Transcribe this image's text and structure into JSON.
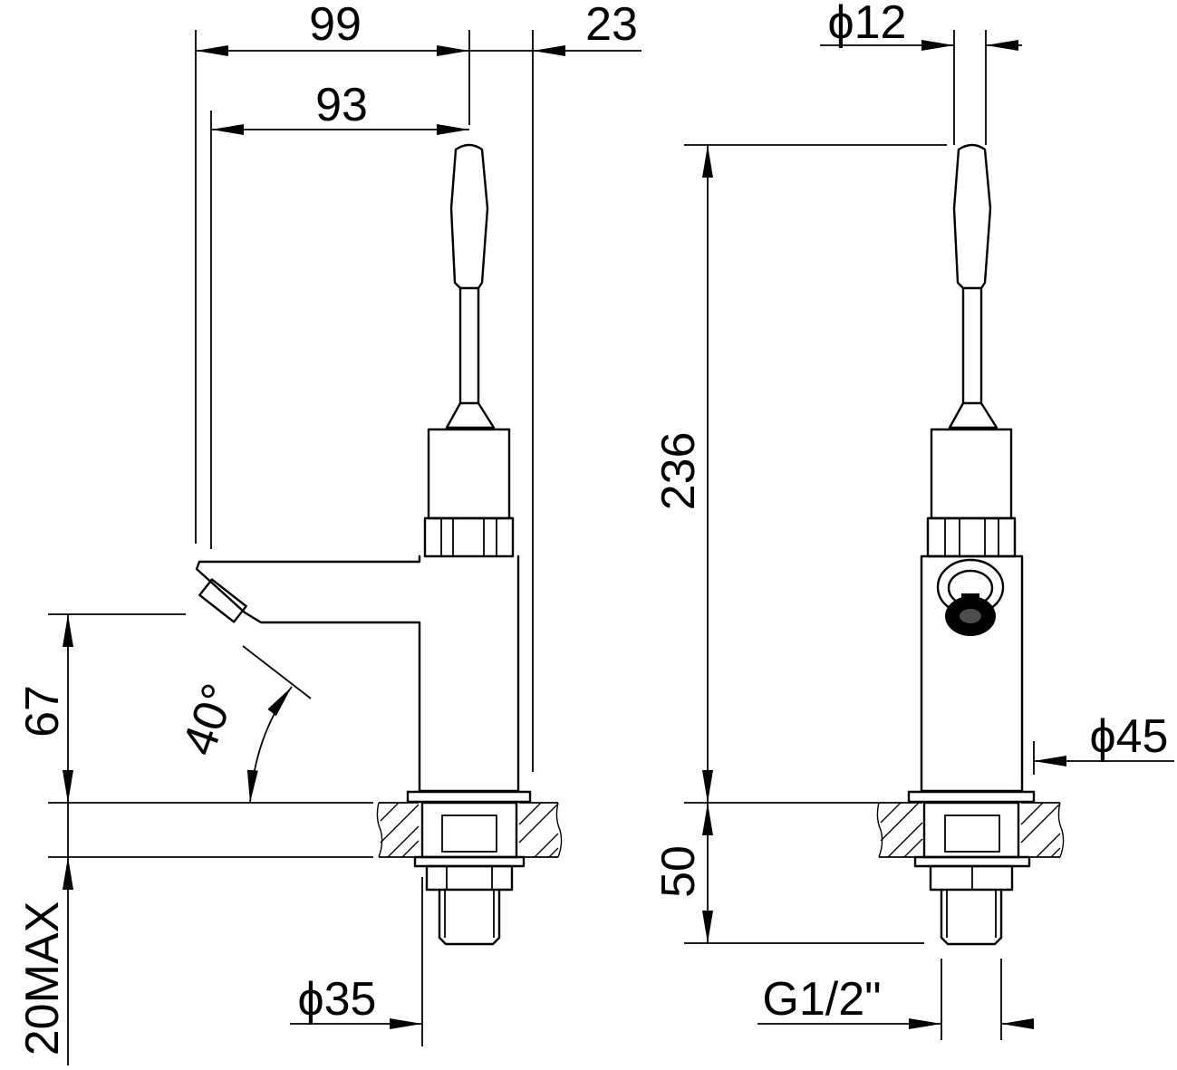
{
  "dimensions": {
    "reach_total": "99",
    "lever_offset": "23",
    "reach_spout": "93",
    "lever_diameter": "ϕ12",
    "total_height": "236",
    "spout_height": "67",
    "spout_angle": "40°",
    "body_diameter": "ϕ45",
    "shank_length": "50",
    "deck_thickness_max": "20MAX",
    "base_diameter": "ϕ35",
    "thread": "G1/2\""
  }
}
